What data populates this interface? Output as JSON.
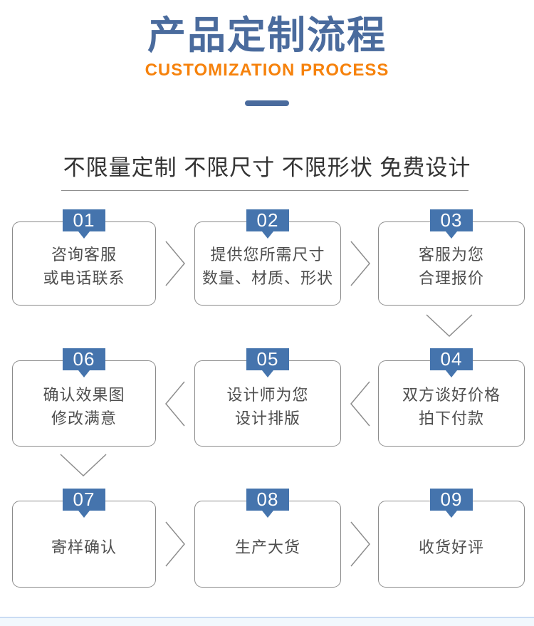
{
  "header": {
    "title": "产品定制流程",
    "subtitle": "CUSTOMIZATION PROCESS"
  },
  "tagline": "不限量定制 不限尺寸 不限形状 免费设计",
  "steps": [
    {
      "number": "01",
      "lines": [
        "咨询客服",
        "或电话联系"
      ]
    },
    {
      "number": "02",
      "lines": [
        "提供您所需尺寸",
        "数量、材质、形状"
      ]
    },
    {
      "number": "03",
      "lines": [
        "客服为您",
        "合理报价"
      ]
    },
    {
      "number": "06",
      "lines": [
        "确认效果图",
        "修改满意"
      ]
    },
    {
      "number": "05",
      "lines": [
        "设计师为您",
        "设计排版"
      ]
    },
    {
      "number": "04",
      "lines": [
        "双方谈好价格",
        "拍下付款"
      ]
    },
    {
      "number": "07",
      "lines": [
        "寄样确认"
      ]
    },
    {
      "number": "08",
      "lines": [
        "生产大货"
      ]
    },
    {
      "number": "09",
      "lines": [
        "收货好评"
      ]
    }
  ],
  "colors": {
    "title_blue": "#4a6b9d",
    "accent_orange": "#f6820c",
    "badge_blue": "#4574ad",
    "box_border": "#8b8b8b",
    "box_text": "#4e4e4e",
    "arrow_gray": "#8c8c8c",
    "bottom_line": "#cadcf3",
    "bottom_band": "#f2f8fd"
  }
}
